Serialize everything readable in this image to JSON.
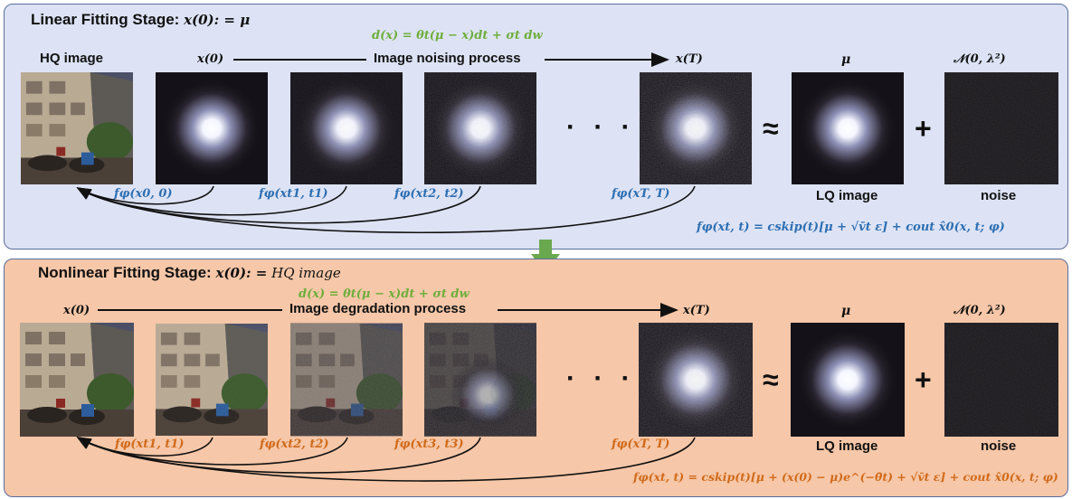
{
  "top": {
    "title": "Linear Fitting Stage:",
    "title_math": "x(0): = μ",
    "sde": "d(x) = θt(μ − x)dt + σt dw",
    "hq_label": "HQ image",
    "x0_label": "x(0)",
    "process_label": "Image noising process",
    "xT_label": "x(T)",
    "mu_label": "μ",
    "noise_dist_label": "𝒩(0, λ²)",
    "dots": "· · ·",
    "approx": "≈",
    "plus": "+",
    "lq_label": "LQ image",
    "noise_label": "noise",
    "f_labels": [
      "fφ(x0, 0)",
      "fφ(xt1, t1)",
      "fφ(xt2, t2)",
      "fφ(xT, T)"
    ],
    "formula": "fφ(xt, t) = cskip(t)[μ + √v̄t ε] + cout x̂0(x, t; φ)"
  },
  "bottom": {
    "title": "Nonlinear Fitting Stage:",
    "title_math": "x(0): =",
    "title_math_value": "HQ image",
    "sde": "d(x) = θt(μ − x)dt + σt dw",
    "x0_label": "x(0)",
    "process_label": "Image degradation process",
    "xT_label": "x(T)",
    "mu_label": "μ",
    "noise_dist_label": "𝒩(0, λ²)",
    "dots": "· · ·",
    "approx": "≈",
    "plus": "+",
    "lq_label": "LQ image",
    "noise_label": "noise",
    "f_labels": [
      "fφ(xt1, t1)",
      "fφ(xt2, t2)",
      "fφ(xt3, t3)",
      "fφ(xT, T)"
    ],
    "formula": "fφ(xt, t) = cskip(t)[μ + (x(0) − μ)e^(−θ̄t) + √v̄t ε] + cout x̂0(x, t; φ)"
  },
  "colors": {
    "top_panel": "#dde3f5",
    "bottom_panel": "#f6c7a8",
    "stage_arrow": "#6aa84f",
    "sde_text": "#6fae3c",
    "top_f_text": "#2e6fb2",
    "bottom_f_text": "#d06a1a"
  }
}
